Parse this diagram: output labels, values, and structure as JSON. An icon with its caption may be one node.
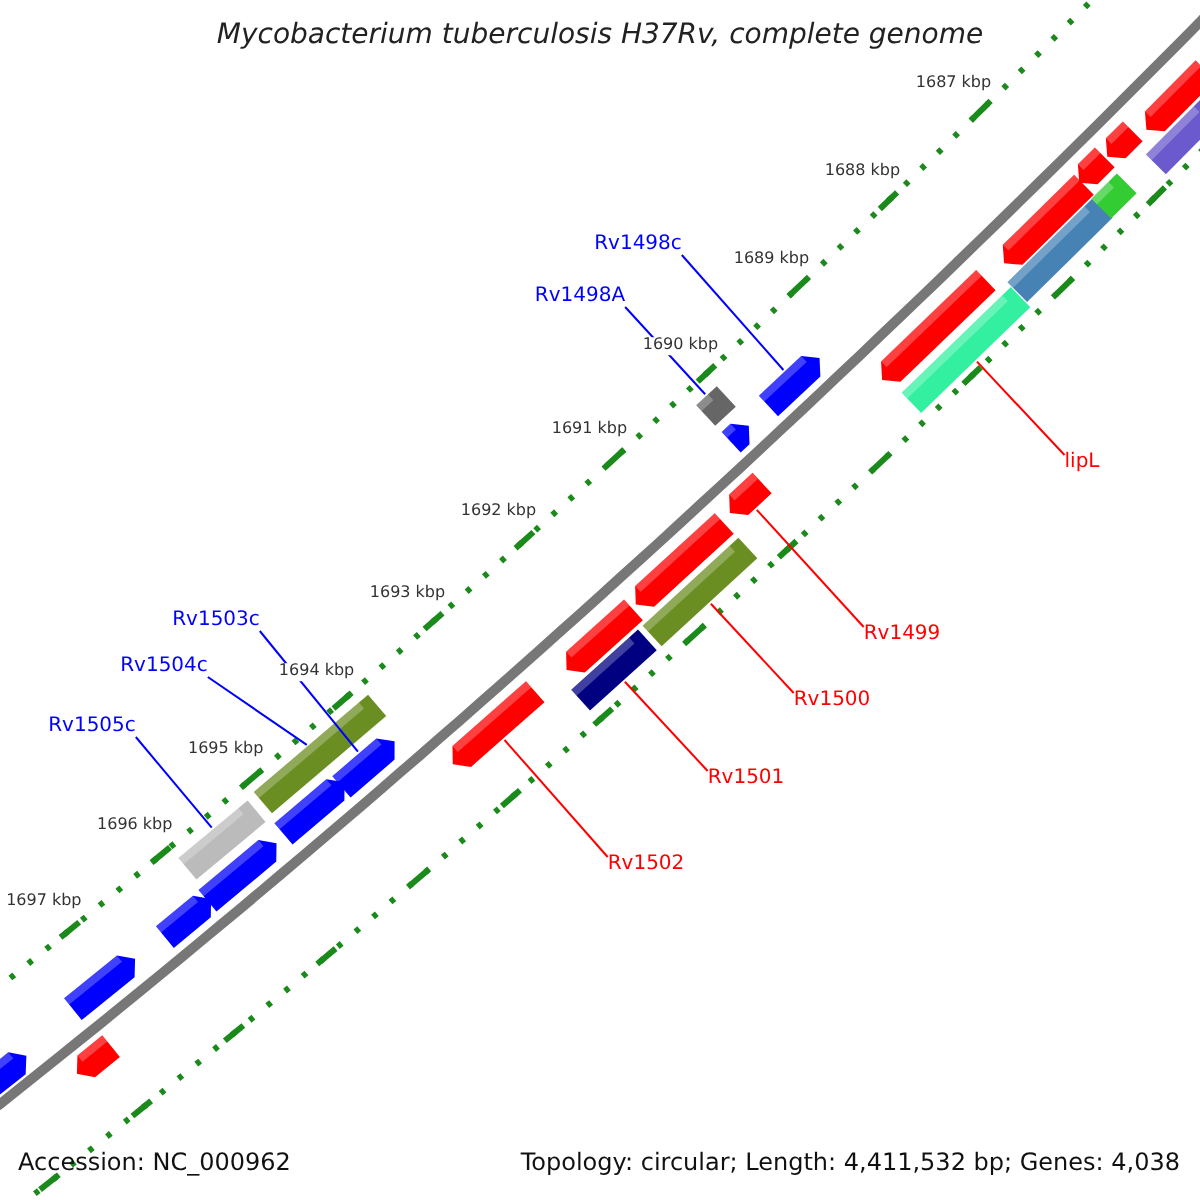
{
  "diagram": {
    "title": "Mycobacterium tuberculosis H37Rv, complete genome",
    "nodes": [
      {
        "text": [
          "Rv1498c"
        ]
      },
      {
        "text": [
          "Rv1498A"
        ]
      },
      {
        "text": [
          "lipL"
        ]
      },
      {
        "text": [
          "Rv1499"
        ]
      },
      {
        "text": [
          "Rv1500"
        ]
      },
      {
        "text": [
          "Rv1501"
        ]
      },
      {
        "text": [
          "Rv1503c"
        ]
      },
      {
        "text": [
          "Rv1504c"
        ]
      },
      {
        "text": [
          "Rv1505c"
        ]
      },
      {
        "text": [
          "Rv1502"
        ]
      },
      {
        "text": [],
        "shape": "bar"
      },
      {
        "text": [],
        "shape": "bar"
      },
      {
        "text": [],
        "shape": "bar"
      },
      {
        "text": [],
        "shape": "bar"
      },
      {
        "text": [],
        "shape": "bar"
      },
      {
        "text": [],
        "shape": "bar"
      },
      {
        "text": [],
        "shape": "bar"
      },
      {
        "text": [],
        "shape": "bar"
      },
      {
        "text": [],
        "shape": "bar"
      },
      {
        "text": [],
        "shape": "bar"
      },
      {
        "text": [],
        "shape": "bar"
      },
      {
        "text": [],
        "shape": "bar"
      },
      {
        "text": [],
        "shape": "bar"
      },
      {
        "text": [],
        "shape": "bar"
      },
      {
        "text": [],
        "shape": "bar"
      },
      {
        "text": [],
        "shape": "bar"
      },
      {
        "text": [],
        "shape": "bar"
      },
      {
        "text": [],
        "shape": "bar"
      },
      {
        "text": [],
        "shape": "bar"
      },
      {
        "text": [],
        "shape": "bar"
      },
      {
        "text": [],
        "shape": "bar"
      },
      {
        "text": [],
        "shape": "bar"
      },
      {
        "text": [],
        "shape": "bar"
      },
      {
        "text": [],
        "shape": "bar"
      },
      {
        "text": [],
        "shape": "bar"
      },
      {
        "text": [],
        "shape": "bar"
      },
      {
        "text": [],
        "shape": "bar"
      }
    ],
    "edges": [
      {
        "from": 0,
        "to": 10,
        "arrow": "none"
      },
      {
        "from": 1,
        "to": 11,
        "arrow": "none"
      },
      {
        "from": 2,
        "to": 12,
        "arrow": "none",
        "color": "#ff0000"
      },
      {
        "from": 3,
        "to": 13,
        "arrow": "none",
        "color": "#ff0000"
      },
      {
        "from": 4,
        "to": 14,
        "arrow": "none",
        "color": "#ff0000"
      },
      {
        "from": 5,
        "to": 15,
        "arrow": "none",
        "color": "#ff0000"
      },
      {
        "from": 6,
        "to": 16,
        "arrow": "none"
      },
      {
        "from": 7,
        "to": 17,
        "arrow": "none"
      },
      {
        "from": 8,
        "to": 18,
        "arrow": "none"
      },
      {
        "from": 9,
        "to": 19,
        "arrow": "none",
        "color": "#ff0000"
      }
    ],
    "labels": [
      "1687 kbp",
      "1688 kbp",
      "1689 kbp",
      "1690 kbp",
      "1691 kbp",
      "1692 kbp",
      "1693 kbp",
      "1694 kbp",
      "1695 kbp",
      "1696 kbp",
      "1697 kbp",
      "Accession: NC_000962",
      "Topology: circular; Length: 4,411,532 bp; Genes: 4,038"
    ]
  }
}
